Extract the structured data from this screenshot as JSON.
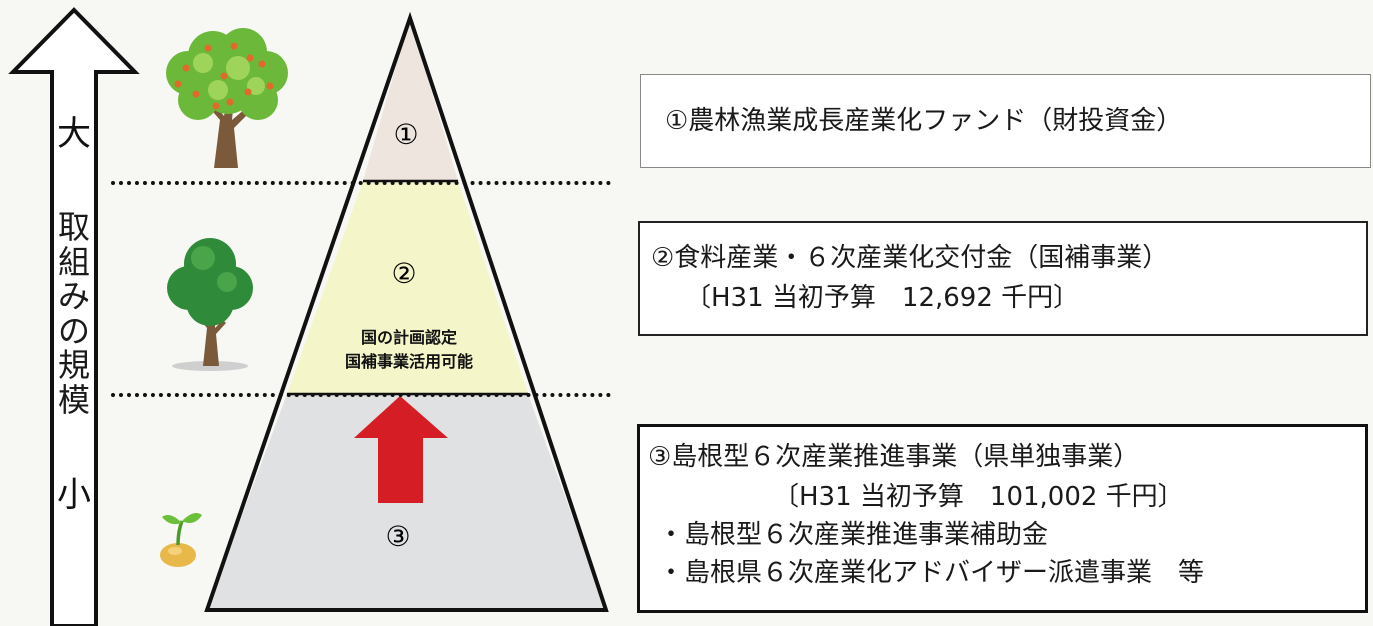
{
  "scale_arrow": {
    "top_label": "大",
    "middle_label": "取組みの規模",
    "bottom_label": "小"
  },
  "pyramid": {
    "tier1": {
      "number": "①",
      "color": "#ede5de"
    },
    "tier2": {
      "number": "②",
      "line1": "国の計画認定",
      "line2": "国補事業活用可能",
      "color": "#f4f5c9"
    },
    "tier3": {
      "number": "③",
      "color": "#dfe1e2",
      "arrow_color": "#d51d25"
    }
  },
  "boxes": {
    "box1": {
      "title": "①農林漁業成長産業化ファンド（財投資金）"
    },
    "box2": {
      "title": "②食料産業・６次産業化交付金（国補事業）",
      "budget": "〔H31 当初予算　12,692 千円〕"
    },
    "box3": {
      "title": "③島根型６次産業推進事業（県単独事業）",
      "budget": "〔H31 当初予算　101,002 千円〕",
      "bullet1": "・島根型６次産業推進事業補助金",
      "bullet2": "・島根県６次産業化アドバイザー派遣事業　等"
    }
  },
  "icons": {
    "large": "large-tree-icon",
    "medium": "medium-tree-icon",
    "small": "seedling-icon"
  }
}
